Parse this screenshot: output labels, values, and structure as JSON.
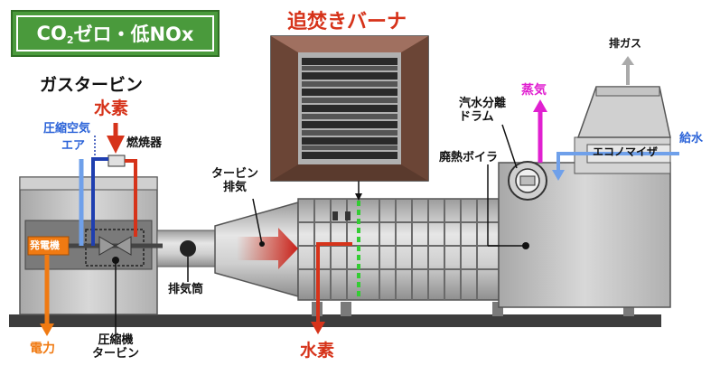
{
  "badge": {
    "co": "CO",
    "sub": "2",
    "rest": "ゼロ・低NOx"
  },
  "labels": {
    "burner_title": "追焚きバーナ",
    "gas_turbine": "ガスタービン",
    "hydrogen_top": "水素",
    "compressed_air": "圧縮空気",
    "air": "エア",
    "combustor": "燃焼器",
    "generator": "発電機",
    "power": "電力",
    "compressor_turbine": "圧縮機\nタービン",
    "turbine_exhaust": "タービン\n排気",
    "exhaust_duct": "排気筒",
    "hydrogen_bottom": "水素",
    "exhaust_gas": "排ガス",
    "steam": "蒸気",
    "steam_drum": "汽水分離\nドラム",
    "waste_heat_boiler": "廃熱ボイラ",
    "economizer": "エコノマイザ",
    "feed_water": "給水"
  },
  "colors": {
    "badge_green": "#4a9a3c",
    "hydrogen_red": "#d6331a",
    "air_blue": "#2b63d8",
    "power_orange": "#f07a12",
    "steam_magenta": "#e020d0",
    "burner_green": "#33cc33",
    "machine_gray": "#bdbdbd",
    "base_dark": "#3a3a3a"
  }
}
